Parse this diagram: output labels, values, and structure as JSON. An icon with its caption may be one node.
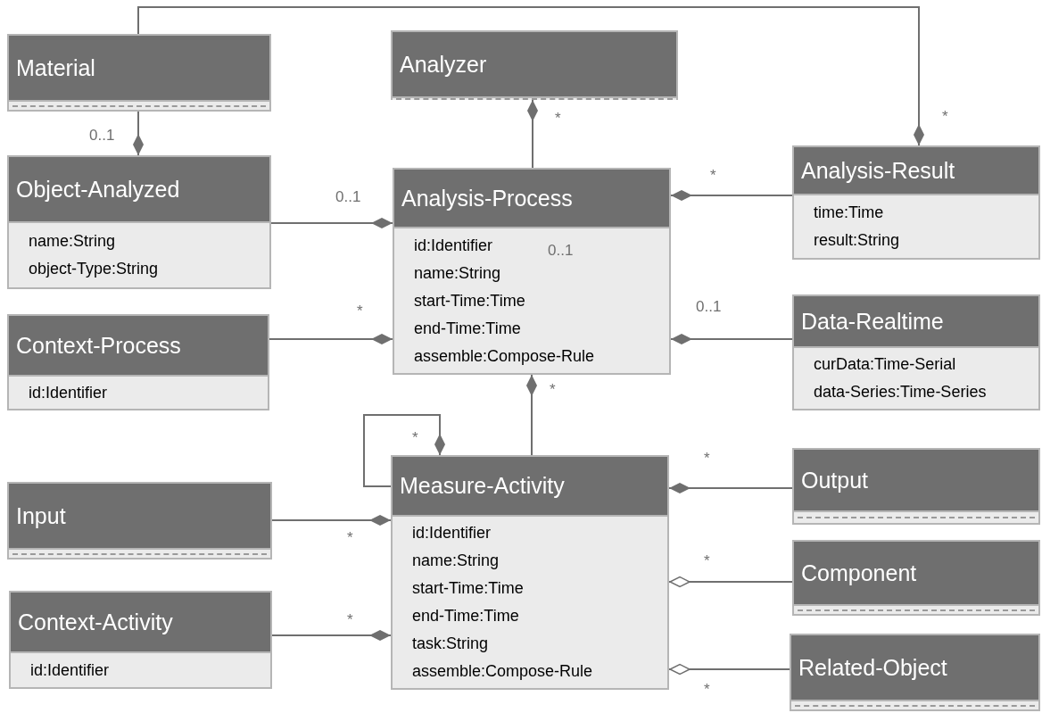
{
  "diagram": {
    "nodes": [
      {
        "text": [
          "Material"
        ]
      },
      {
        "text": [
          "Analyzer"
        ]
      },
      {
        "text": [
          "Object-Analyzed",
          "name:String",
          "object-Type:String"
        ]
      },
      {
        "text": [
          "Analysis-Process",
          "id:Identifier",
          "name:String",
          "start-Time:Time",
          "end-Time:Time",
          "assemble:Compose-Rule"
        ]
      },
      {
        "text": [
          "Analysis-Result",
          "time:Time",
          "result:String"
        ]
      },
      {
        "text": [
          "Context-Process",
          "id:Identifier"
        ]
      },
      {
        "text": [
          "Data-Realtime",
          "curData:Time-Serial",
          "data-Series:Time-Series"
        ]
      },
      {
        "text": [
          "Input"
        ]
      },
      {
        "text": [
          "Measure-Activity",
          "id:Identifier",
          "name:String",
          "start-Time:Time",
          "end-Time:Time",
          "task:String",
          "assemble:Compose-Rule"
        ]
      },
      {
        "text": [
          "Output"
        ]
      },
      {
        "text": [
          "Context-Activity",
          "id:Identifier"
        ]
      },
      {
        "text": [
          "Component"
        ]
      },
      {
        "text": [
          "Related-Object"
        ]
      }
    ],
    "edges": [
      {
        "from": 0,
        "to": 2,
        "arrow": "other",
        "label": "0..1"
      },
      {
        "from": 0,
        "to": 4,
        "arrow": "other",
        "label": "*"
      },
      {
        "from": 3,
        "to": 1,
        "arrow": "other",
        "label": "*"
      },
      {
        "from": 2,
        "to": 3,
        "arrow": "other",
        "label": "0..1"
      },
      {
        "from": 4,
        "to": 3,
        "arrow": "other",
        "label": "*"
      },
      {
        "from": 5,
        "to": 3,
        "arrow": "other",
        "label": "*"
      },
      {
        "from": 6,
        "to": 3,
        "arrow": "other",
        "label": "0..1"
      },
      {
        "from": 8,
        "to": 3,
        "arrow": "other",
        "label": "*"
      },
      {
        "from": 8,
        "to": 8,
        "arrow": "other",
        "label": "*"
      },
      {
        "from": 7,
        "to": 8,
        "arrow": "other",
        "label": "*"
      },
      {
        "from": 9,
        "to": 8,
        "arrow": "other",
        "label": "*"
      },
      {
        "from": 11,
        "to": 8,
        "arrow": "other",
        "label": "*"
      },
      {
        "from": 10,
        "to": 8,
        "arrow": "other",
        "label": "*"
      },
      {
        "from": 12,
        "to": 8,
        "arrow": "other",
        "label": "*"
      }
    ],
    "labels": [
      "0..1"
    ]
  }
}
